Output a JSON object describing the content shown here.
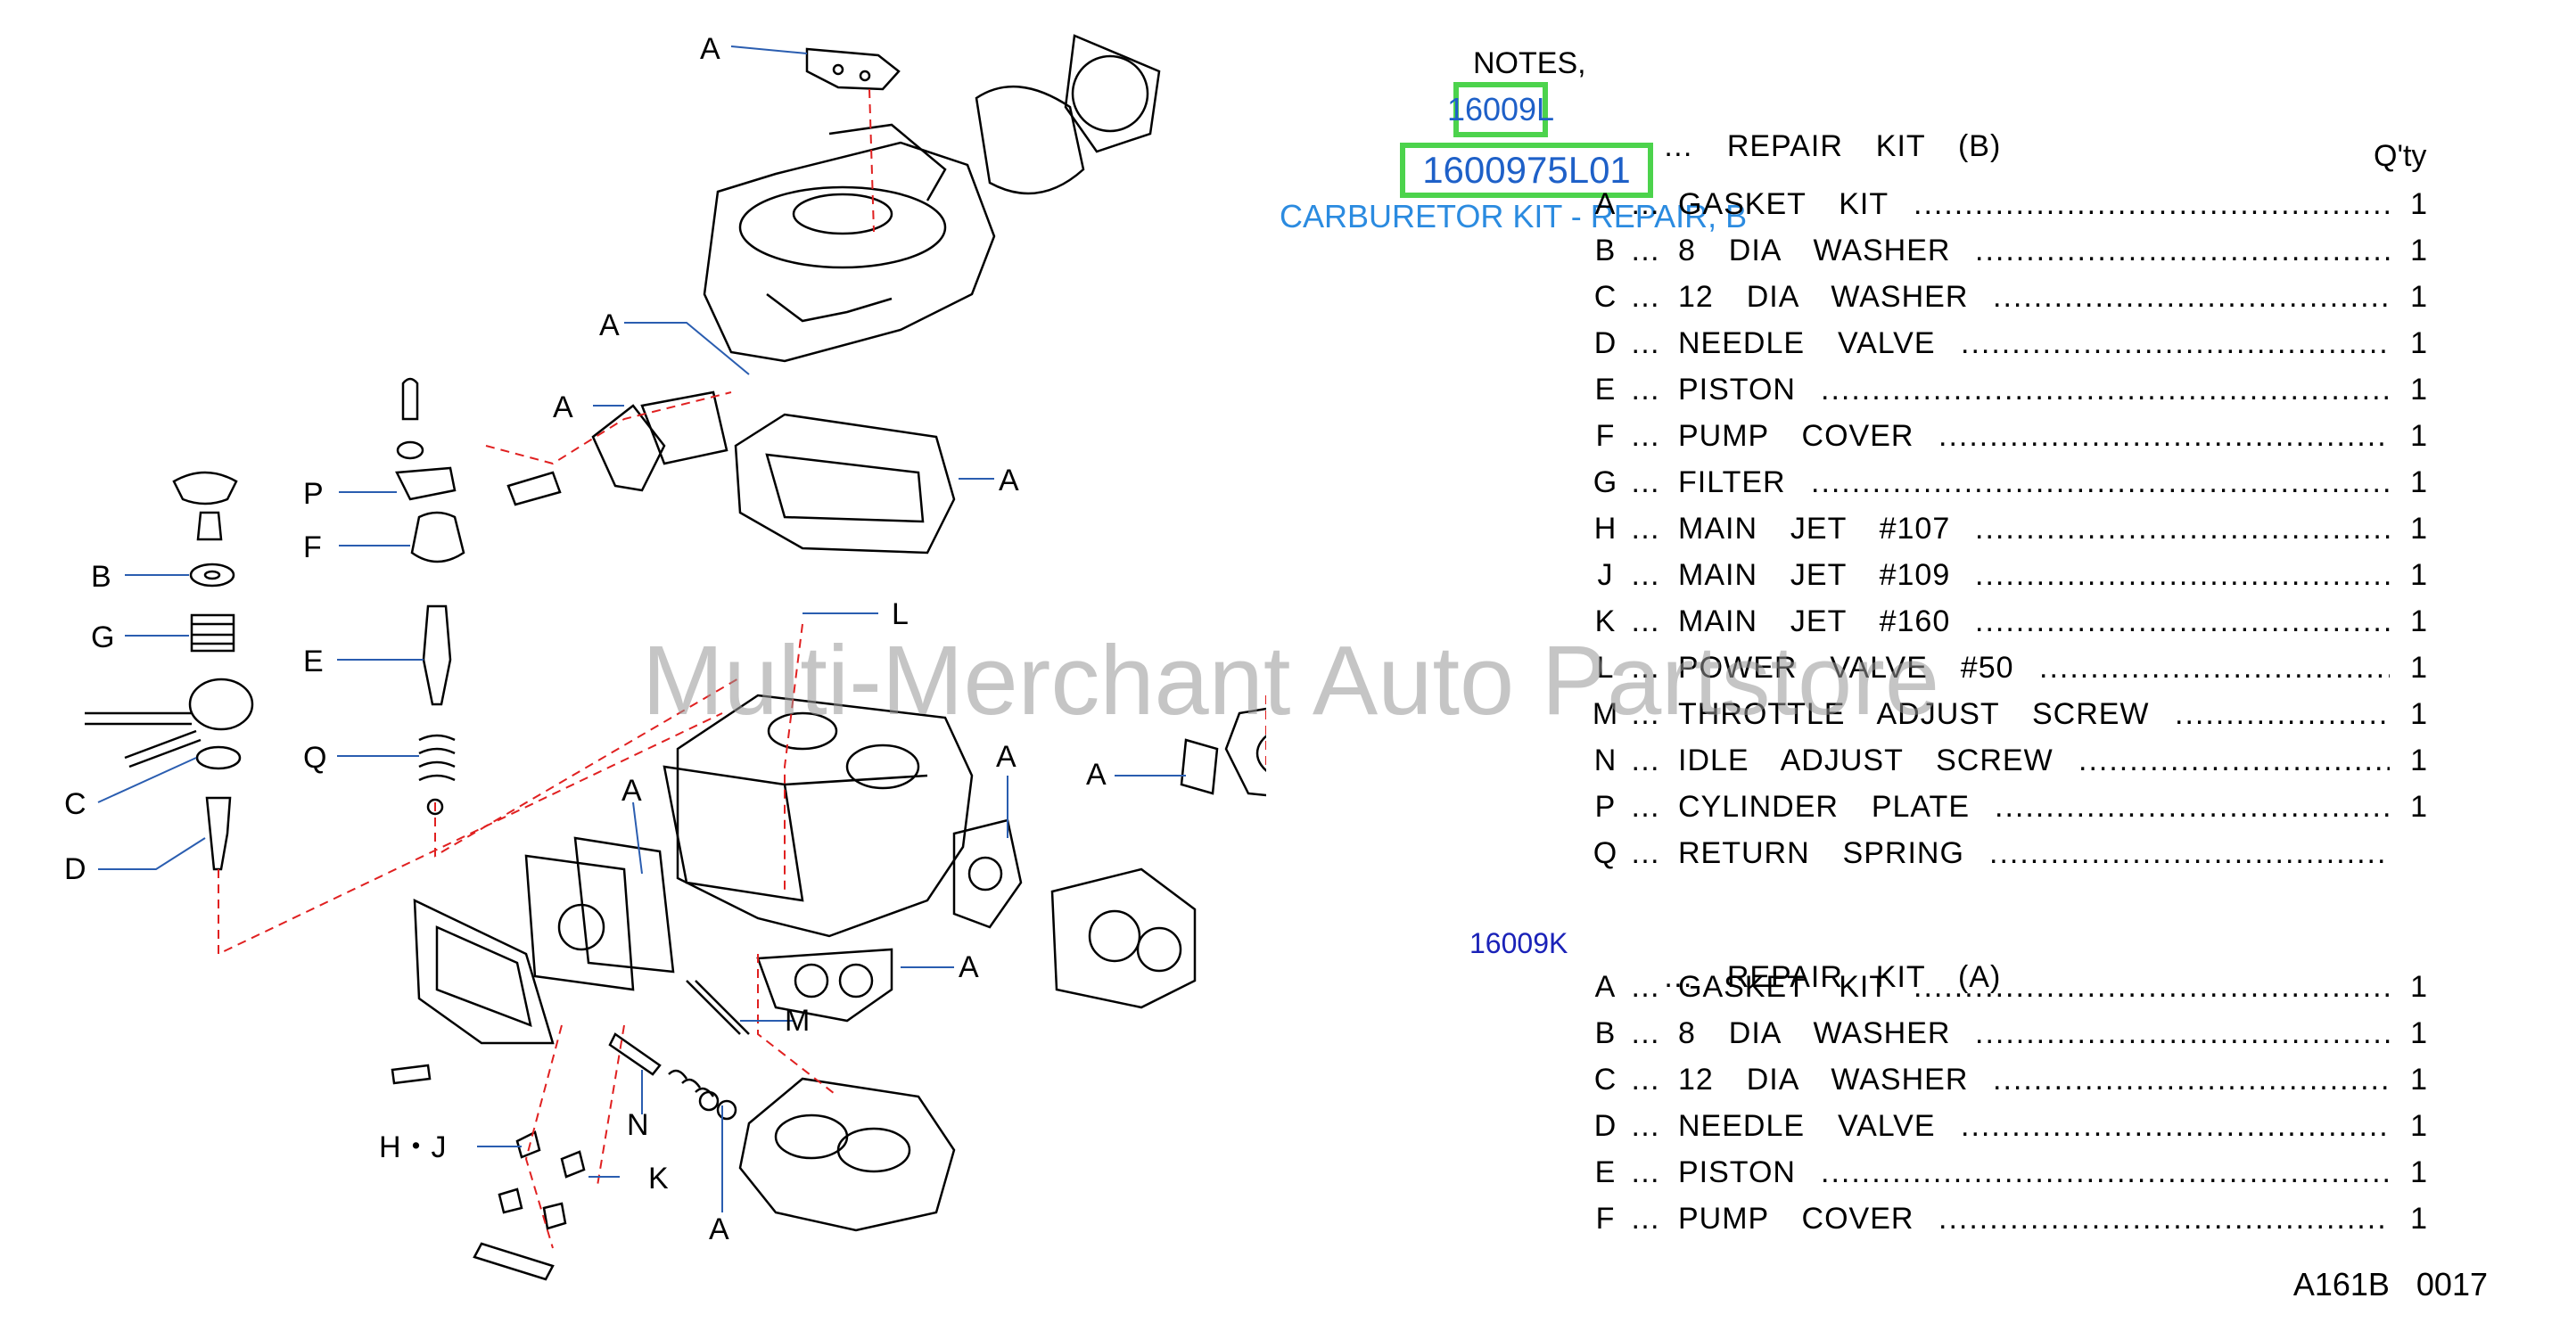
{
  "watermark": "Multi-Merchant Auto Partstore",
  "notes_label": "NOTES,",
  "kit_b": {
    "part_number": "16009L",
    "heading": "REPAIR  KIT  (B)",
    "link_part_number": "1600975L01",
    "link_label": "CARBURETOR KIT - REPAIR, B",
    "qty_header": "Q'ty",
    "items": [
      {
        "letter": "A",
        "desc": "GASKET  KIT",
        "qty": "1"
      },
      {
        "letter": "B",
        "desc": "8  DIA  WASHER",
        "qty": "1"
      },
      {
        "letter": "C",
        "desc": "12  DIA  WASHER",
        "qty": "1"
      },
      {
        "letter": "D",
        "desc": "NEEDLE  VALVE",
        "qty": "1"
      },
      {
        "letter": "E",
        "desc": "PISTON",
        "qty": "1"
      },
      {
        "letter": "F",
        "desc": "PUMP  COVER",
        "qty": "1"
      },
      {
        "letter": "G",
        "desc": "FILTER",
        "qty": "1"
      },
      {
        "letter": "H",
        "desc": "MAIN  JET  #107",
        "qty": "1"
      },
      {
        "letter": "J",
        "desc": "MAIN  JET  #109",
        "qty": "1"
      },
      {
        "letter": "K",
        "desc": "MAIN  JET  #160",
        "qty": "1"
      },
      {
        "letter": "L",
        "desc": "POWER  VALVE  #50",
        "qty": "1"
      },
      {
        "letter": "M",
        "desc": "THROTTLE  ADJUST  SCREW",
        "qty": "1"
      },
      {
        "letter": "N",
        "desc": "IDLE  ADJUST  SCREW",
        "qty": "1"
      },
      {
        "letter": "P",
        "desc": "CYLINDER  PLATE",
        "qty": "1"
      },
      {
        "letter": "Q",
        "desc": "RETURN  SPRING",
        "qty": ""
      }
    ]
  },
  "kit_a": {
    "part_number": "16009K",
    "heading": "REPAIR  KIT  (A)",
    "items": [
      {
        "letter": "A",
        "desc": "GASKET  KIT",
        "qty": "1"
      },
      {
        "letter": "B",
        "desc": "8  DIA  WASHER",
        "qty": "1"
      },
      {
        "letter": "C",
        "desc": "12  DIA  WASHER",
        "qty": "1"
      },
      {
        "letter": "D",
        "desc": "NEEDLE  VALVE",
        "qty": "1"
      },
      {
        "letter": "E",
        "desc": "PISTON",
        "qty": "1"
      },
      {
        "letter": "F",
        "desc": "PUMP  COVER",
        "qty": "1"
      }
    ]
  },
  "diagram": {
    "callouts": [
      "A",
      "A",
      "A",
      "A",
      "P",
      "F",
      "B",
      "G",
      "E",
      "C",
      "Q",
      "D",
      "L",
      "A",
      "A",
      "A",
      "A",
      "M",
      "N",
      "H・J",
      "K",
      "A"
    ]
  },
  "ellipsis": "…",
  "footer": "A161B   0017"
}
